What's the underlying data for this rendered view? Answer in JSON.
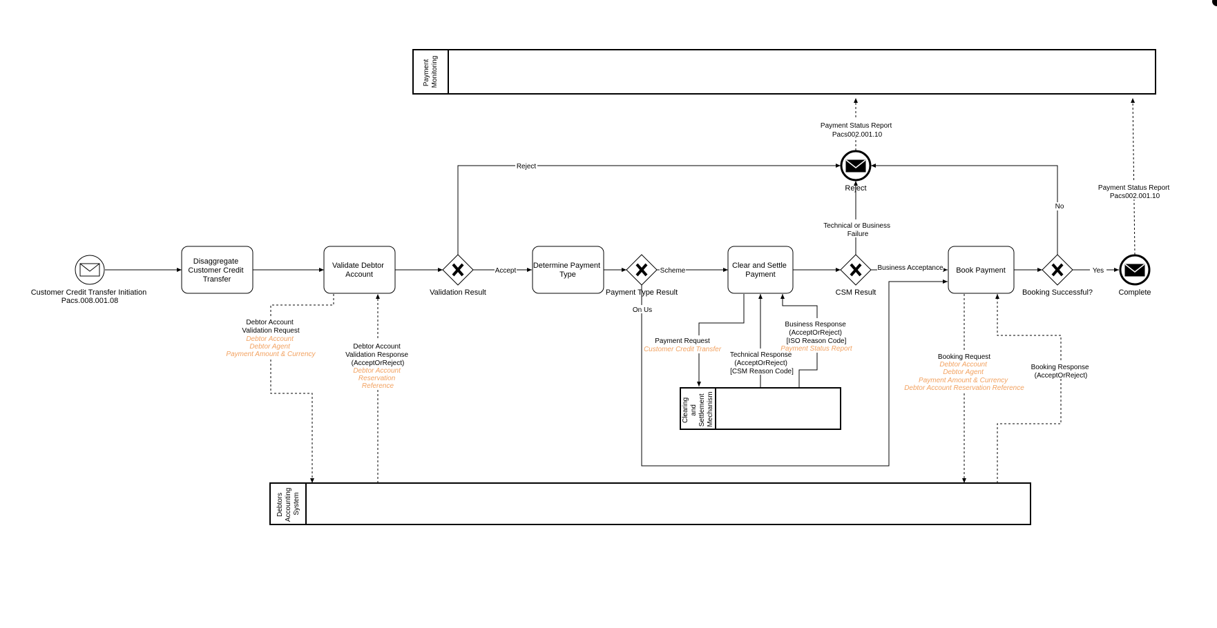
{
  "start_event": {
    "icon": "envelope-icon",
    "label": [
      "Customer Credit Transfer Initiation",
      "Pacs.008.001.08"
    ]
  },
  "tasks": {
    "disaggregate": [
      "Disaggregate",
      "Customer Credit",
      "Transfer"
    ],
    "validate": [
      "Validate Debtor",
      "Account"
    ],
    "determine": [
      "Determine Payment",
      "Type"
    ],
    "clear_settle": [
      "Clear and Settle",
      "Payment"
    ],
    "book": [
      "Book Payment"
    ]
  },
  "gateways": {
    "validation": "Validation Result",
    "payment_type": "Payment Type Result",
    "csm": "CSM Result",
    "booking": "Booking Successful?"
  },
  "end_events": {
    "reject": {
      "icon": "envelope-icon",
      "label": "Reject"
    },
    "complete": {
      "icon": "envelope-icon",
      "label": "Complete"
    }
  },
  "pools": {
    "payment_monitoring": [
      "Payment",
      "Monitoring"
    ],
    "debtors_accounting": [
      "Debtors",
      "Accounting",
      "System"
    ],
    "csm": [
      "Clearing",
      "and",
      "Settlement",
      "Mechanism"
    ]
  },
  "flow_labels": {
    "reject": "Reject",
    "accept": "Accept",
    "scheme": "Scheme",
    "on_us": "On Us",
    "business_acceptance": "Business Acceptance",
    "yes": "Yes",
    "no": "No",
    "tech_business_failure": [
      "Technical or Business",
      "Failure"
    ]
  },
  "messages": {
    "status_report_reject": [
      "Payment Status Report",
      "Pacs002.001.10"
    ],
    "status_report_complete": [
      "Payment Status Report",
      "Pacs002.001.10"
    ],
    "validation_request": {
      "title": [
        "Debtor Account",
        "Validation Request"
      ],
      "fields": [
        "Debtor Account",
        "Debtor Agent",
        "Payment Amount & Currency"
      ]
    },
    "validation_response": {
      "title": [
        "Debtor Account",
        "Validation Response",
        "(AcceptOrReject)"
      ],
      "fields": [
        "Debtor Account",
        "Reservation",
        "Reference"
      ]
    },
    "payment_request": {
      "title": [
        "Payment Request"
      ],
      "fields": [
        "Customer Credit Transfer"
      ]
    },
    "technical_response": {
      "title": [
        "Technical Response",
        "(AcceptOrReject)",
        "[CSM Reason Code]"
      ],
      "fields": []
    },
    "business_response": {
      "title": [
        "Business Response",
        "(AcceptOrReject)",
        "[ISO Reason Code]"
      ],
      "fields": [
        "Payment Status Report"
      ]
    },
    "booking_request": {
      "title": [
        "Booking Request"
      ],
      "fields": [
        "Debtor Account",
        "Debtor Agent",
        "Payment Amount & Currency",
        "Debtor Account Reservation Reference"
      ]
    },
    "booking_response": {
      "title": [
        "Booking Response",
        "(AcceptOrReject)"
      ],
      "fields": []
    }
  },
  "colors": {
    "stroke": "#000000",
    "field_text": "#f2a15f"
  }
}
